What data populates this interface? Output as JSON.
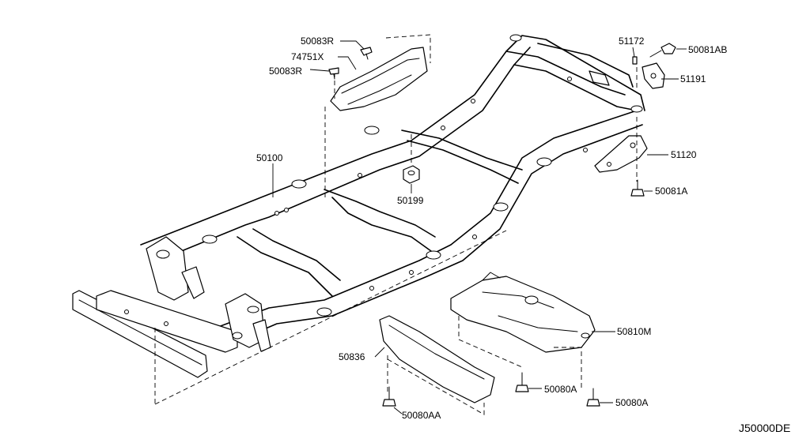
{
  "diagram": {
    "labels": {
      "l_50083R_top": "50083R",
      "l_74751X": "74751X",
      "l_50083R_mid": "50083R",
      "l_51172": "51172",
      "l_50081AB": "50081AB",
      "l_51191": "51191",
      "l_50100": "50100",
      "l_51120": "51120",
      "l_50081A": "50081A",
      "l_50199": "50199",
      "l_50810M": "50810M",
      "l_50836": "50836",
      "l_50080A_1": "50080A",
      "l_50080A_2": "50080A",
      "l_50080AA": "50080AA"
    },
    "diagram_code": "J50000DE"
  }
}
